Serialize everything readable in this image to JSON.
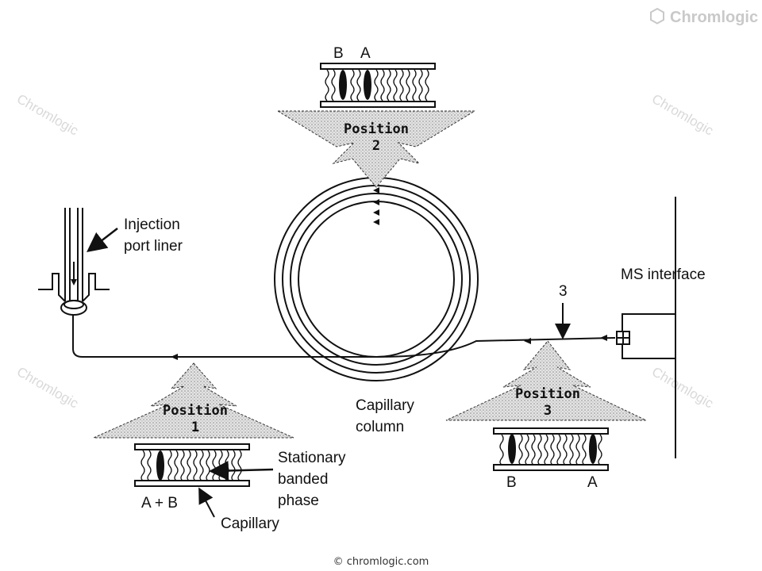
{
  "brand": {
    "name": "Chromlogic",
    "icon": "hexagon-logo-icon"
  },
  "watermark": "Chromlogic",
  "labels": {
    "injection_line1": "Injection",
    "injection_line2": "port liner",
    "column_line1": "Capillary",
    "column_line2": "column",
    "ms_interface": "MS interface",
    "marker_3": "3",
    "stationary_line1": "Stationary",
    "stationary_line2": "banded",
    "stationary_line3": "phase",
    "capillary": "Capillary",
    "mix": "A + B"
  },
  "positions": [
    {
      "title": "Position",
      "number": "1"
    },
    {
      "title": "Position",
      "number": "2"
    },
    {
      "title": "Position",
      "number": "3"
    }
  ],
  "bands": {
    "top_b": "B",
    "top_a": "A",
    "right_b": "B",
    "right_a": "A"
  },
  "copyright": "© chromlogic.com",
  "colors": {
    "line": "#111111",
    "stipple": "#c8c8c8",
    "watermark": "#d9d9d9"
  }
}
